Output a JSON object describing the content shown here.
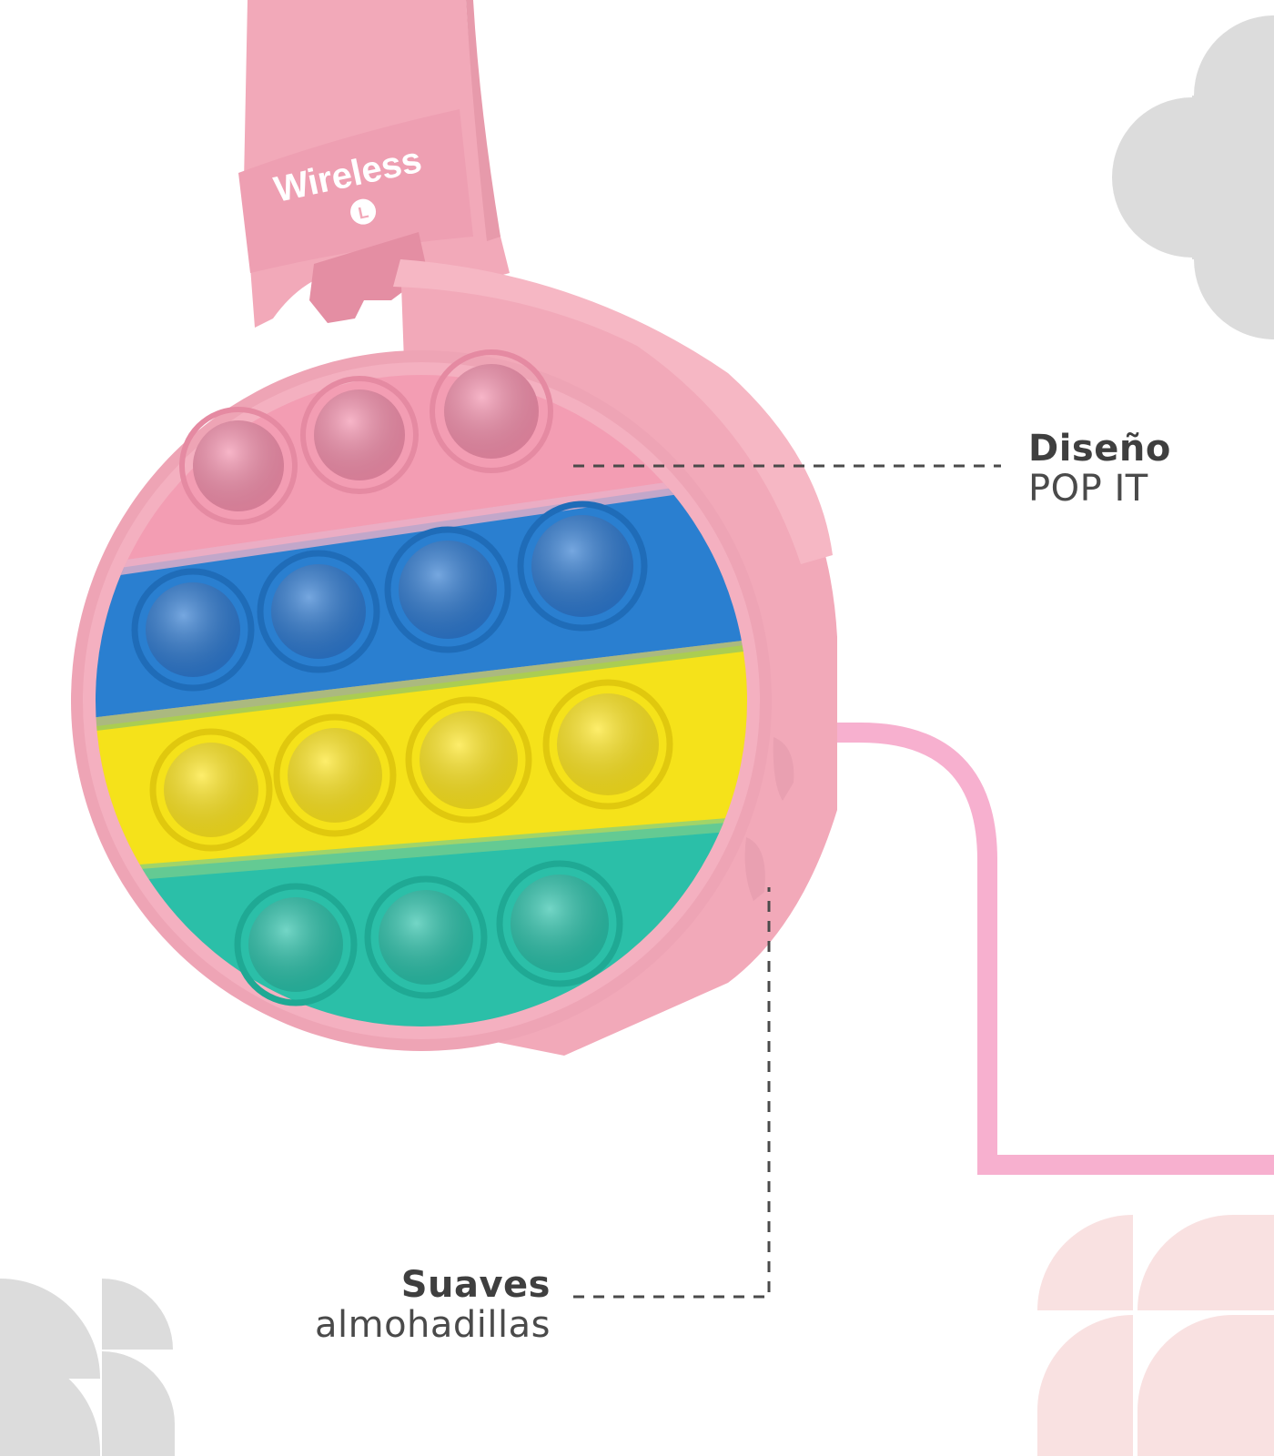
{
  "product": {
    "headband_text": "Wireless",
    "side_marker": "L"
  },
  "features": [
    {
      "title": "Diseño",
      "subtitle": "POP IT"
    },
    {
      "title": "Suaves",
      "subtitle": "almohadillas"
    }
  ],
  "colors": {
    "headphone_pink": "#f2a9b9",
    "pop_pink": "#f39db3",
    "pop_blue": "#2a7fd0",
    "pop_yellow": "#f5e21a",
    "pop_teal": "#2bbfa8",
    "accent_line_pink": "#f7b0cf",
    "decor_gray": "#dcdcdc",
    "decor_light_pink": "#f9e1e1",
    "leader_line": "#4a4a4a",
    "text_dark": "#3f3f3f"
  },
  "pop_rows": [
    {
      "color": "pop_pink",
      "count": 3
    },
    {
      "color": "pop_blue",
      "count": 4
    },
    {
      "color": "pop_yellow",
      "count": 4
    },
    {
      "color": "pop_teal",
      "count": 3
    }
  ]
}
